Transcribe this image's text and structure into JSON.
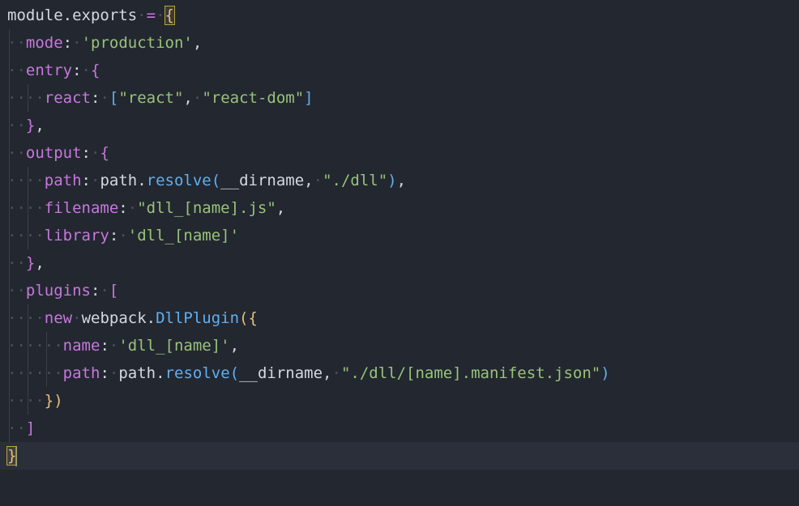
{
  "editor": {
    "lines": [
      {
        "indent": 0,
        "tokens": [
          {
            "t": "module",
            "c": "var"
          },
          {
            "t": ".",
            "c": "pun"
          },
          {
            "t": "exports",
            "c": "var"
          },
          {
            "t": " ",
            "c": "dot"
          },
          {
            "t": "=",
            "c": "kw"
          },
          {
            "t": " ",
            "c": "dot"
          },
          {
            "t": "{",
            "c": "brk-y match"
          }
        ]
      },
      {
        "indent": 1,
        "tokens": [
          {
            "t": "mode",
            "c": "prop"
          },
          {
            "t": ":",
            "c": "pun"
          },
          {
            "t": " ",
            "c": "dot"
          },
          {
            "t": "'production'",
            "c": "str"
          },
          {
            "t": ",",
            "c": "pun"
          }
        ]
      },
      {
        "indent": 1,
        "tokens": [
          {
            "t": "entry",
            "c": "prop"
          },
          {
            "t": ":",
            "c": "pun"
          },
          {
            "t": " ",
            "c": "dot"
          },
          {
            "t": "{",
            "c": "brk-p"
          }
        ]
      },
      {
        "indent": 2,
        "tokens": [
          {
            "t": "react",
            "c": "prop"
          },
          {
            "t": ":",
            "c": "pun"
          },
          {
            "t": " ",
            "c": "dot"
          },
          {
            "t": "[",
            "c": "brk-b"
          },
          {
            "t": "\"react\"",
            "c": "str"
          },
          {
            "t": ",",
            "c": "pun"
          },
          {
            "t": " ",
            "c": "dot"
          },
          {
            "t": "\"react-dom\"",
            "c": "str"
          },
          {
            "t": "]",
            "c": "brk-b"
          }
        ]
      },
      {
        "indent": 1,
        "tokens": [
          {
            "t": "}",
            "c": "brk-p"
          },
          {
            "t": ",",
            "c": "pun"
          }
        ]
      },
      {
        "indent": 1,
        "tokens": [
          {
            "t": "output",
            "c": "prop"
          },
          {
            "t": ":",
            "c": "pun"
          },
          {
            "t": " ",
            "c": "dot"
          },
          {
            "t": "{",
            "c": "brk-p"
          }
        ]
      },
      {
        "indent": 2,
        "tokens": [
          {
            "t": "path",
            "c": "prop"
          },
          {
            "t": ":",
            "c": "pun"
          },
          {
            "t": " ",
            "c": "dot"
          },
          {
            "t": "path",
            "c": "var"
          },
          {
            "t": ".",
            "c": "pun"
          },
          {
            "t": "resolve",
            "c": "fn"
          },
          {
            "t": "(",
            "c": "brk-b"
          },
          {
            "t": "__dirname",
            "c": "var"
          },
          {
            "t": ",",
            "c": "pun"
          },
          {
            "t": " ",
            "c": "dot"
          },
          {
            "t": "\"./dll\"",
            "c": "str"
          },
          {
            "t": ")",
            "c": "brk-b"
          },
          {
            "t": ",",
            "c": "pun"
          }
        ]
      },
      {
        "indent": 2,
        "tokens": [
          {
            "t": "filename",
            "c": "prop"
          },
          {
            "t": ":",
            "c": "pun"
          },
          {
            "t": " ",
            "c": "dot"
          },
          {
            "t": "\"dll_[name].js\"",
            "c": "str"
          },
          {
            "t": ",",
            "c": "pun"
          }
        ]
      },
      {
        "indent": 2,
        "tokens": [
          {
            "t": "library",
            "c": "prop"
          },
          {
            "t": ":",
            "c": "pun"
          },
          {
            "t": " ",
            "c": "dot"
          },
          {
            "t": "'dll_[name]'",
            "c": "str"
          }
        ]
      },
      {
        "indent": 1,
        "tokens": [
          {
            "t": "}",
            "c": "brk-p"
          },
          {
            "t": ",",
            "c": "pun"
          }
        ]
      },
      {
        "indent": 1,
        "tokens": [
          {
            "t": "plugins",
            "c": "prop"
          },
          {
            "t": ":",
            "c": "pun"
          },
          {
            "t": " ",
            "c": "dot"
          },
          {
            "t": "[",
            "c": "brk-p"
          }
        ]
      },
      {
        "indent": 2,
        "tokens": [
          {
            "t": "new",
            "c": "kw"
          },
          {
            "t": " ",
            "c": "dot"
          },
          {
            "t": "webpack",
            "c": "var"
          },
          {
            "t": ".",
            "c": "pun"
          },
          {
            "t": "DllPlugin",
            "c": "fn"
          },
          {
            "t": "(",
            "c": "brk-y"
          },
          {
            "t": "{",
            "c": "brk-y"
          }
        ]
      },
      {
        "indent": 3,
        "tokens": [
          {
            "t": "name",
            "c": "prop"
          },
          {
            "t": ":",
            "c": "pun"
          },
          {
            "t": " ",
            "c": "dot"
          },
          {
            "t": "'dll_[name]'",
            "c": "str"
          },
          {
            "t": ",",
            "c": "pun"
          }
        ]
      },
      {
        "indent": 3,
        "tokens": [
          {
            "t": "path",
            "c": "prop"
          },
          {
            "t": ":",
            "c": "pun"
          },
          {
            "t": " ",
            "c": "dot"
          },
          {
            "t": "path",
            "c": "var"
          },
          {
            "t": ".",
            "c": "pun"
          },
          {
            "t": "resolve",
            "c": "fn"
          },
          {
            "t": "(",
            "c": "brk-b"
          },
          {
            "t": "__dirname",
            "c": "var"
          },
          {
            "t": ",",
            "c": "pun"
          },
          {
            "t": " ",
            "c": "dot"
          },
          {
            "t": "\"./dll/[name].manifest.json\"",
            "c": "str"
          },
          {
            "t": ")",
            "c": "brk-b"
          }
        ]
      },
      {
        "indent": 2,
        "tokens": [
          {
            "t": "}",
            "c": "brk-y"
          },
          {
            "t": ")",
            "c": "brk-y"
          }
        ]
      },
      {
        "indent": 1,
        "tokens": [
          {
            "t": "]",
            "c": "brk-p"
          }
        ]
      },
      {
        "indent": 0,
        "cursor": true,
        "tokens": [
          {
            "t": "}",
            "c": "brk-y match"
          }
        ]
      }
    ]
  },
  "colors": {
    "background": "#232730",
    "keyword": "#c678dd",
    "function": "#61afef",
    "string": "#98c379",
    "bracket_match": "#e5c07b"
  }
}
